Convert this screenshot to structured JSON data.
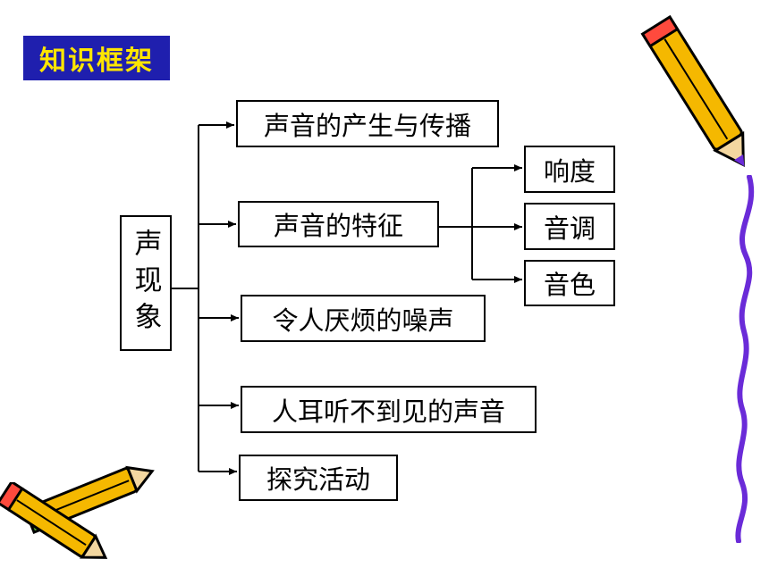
{
  "header": {
    "title": "知识框架"
  },
  "diagram": {
    "root": "声现象",
    "branches": [
      {
        "label": "声音的产生与传播"
      },
      {
        "label": "声音的特征",
        "children": [
          "响度",
          "音调",
          "音色"
        ]
      },
      {
        "label": "令人厌烦的噪声"
      },
      {
        "label": "人耳听不到见的声音"
      },
      {
        "label": "探究活动"
      }
    ]
  },
  "colors": {
    "title_bg": "#1f1fae",
    "title_text": "#ffe600",
    "pencil_body": "#f5b800",
    "squiggle": "#6a2bd8"
  },
  "decorations": [
    "pencil-icon",
    "pencil-icon",
    "pencil-icon",
    "squiggle-line"
  ]
}
